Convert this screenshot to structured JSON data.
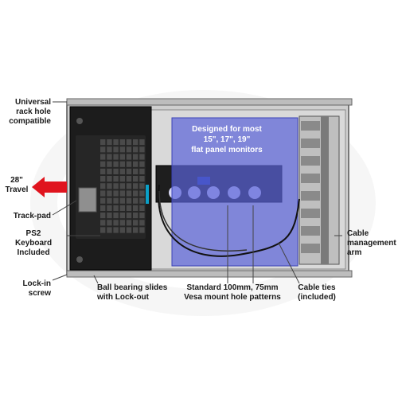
{
  "labels": {
    "rack_hole": "Universal\nrack hole\ncompatible",
    "travel": "28\"\nTravel",
    "trackpad": "Track-pad",
    "keyboard": "PS2\nKeyboard\nIncluded",
    "lockin": "Lock-in\nscrew",
    "slides": "Ball bearing slides\nwith Lock-out",
    "vesa": "Standard 100mm, 75mm\nVesa mount hole patterns",
    "cableties": "Cable ties\n(included)",
    "cablearm": "Cable\nmanagement\narm",
    "monitors": "Designed for most\n15\", 17\", 19\"\nflat panel monitors"
  },
  "colors": {
    "arrow": "#e0141e",
    "overlay": "#5a62d8",
    "chassis": "#3a3a3a",
    "keyboard_panel": "#1c1c1c",
    "accent": "#0aa0c8"
  }
}
